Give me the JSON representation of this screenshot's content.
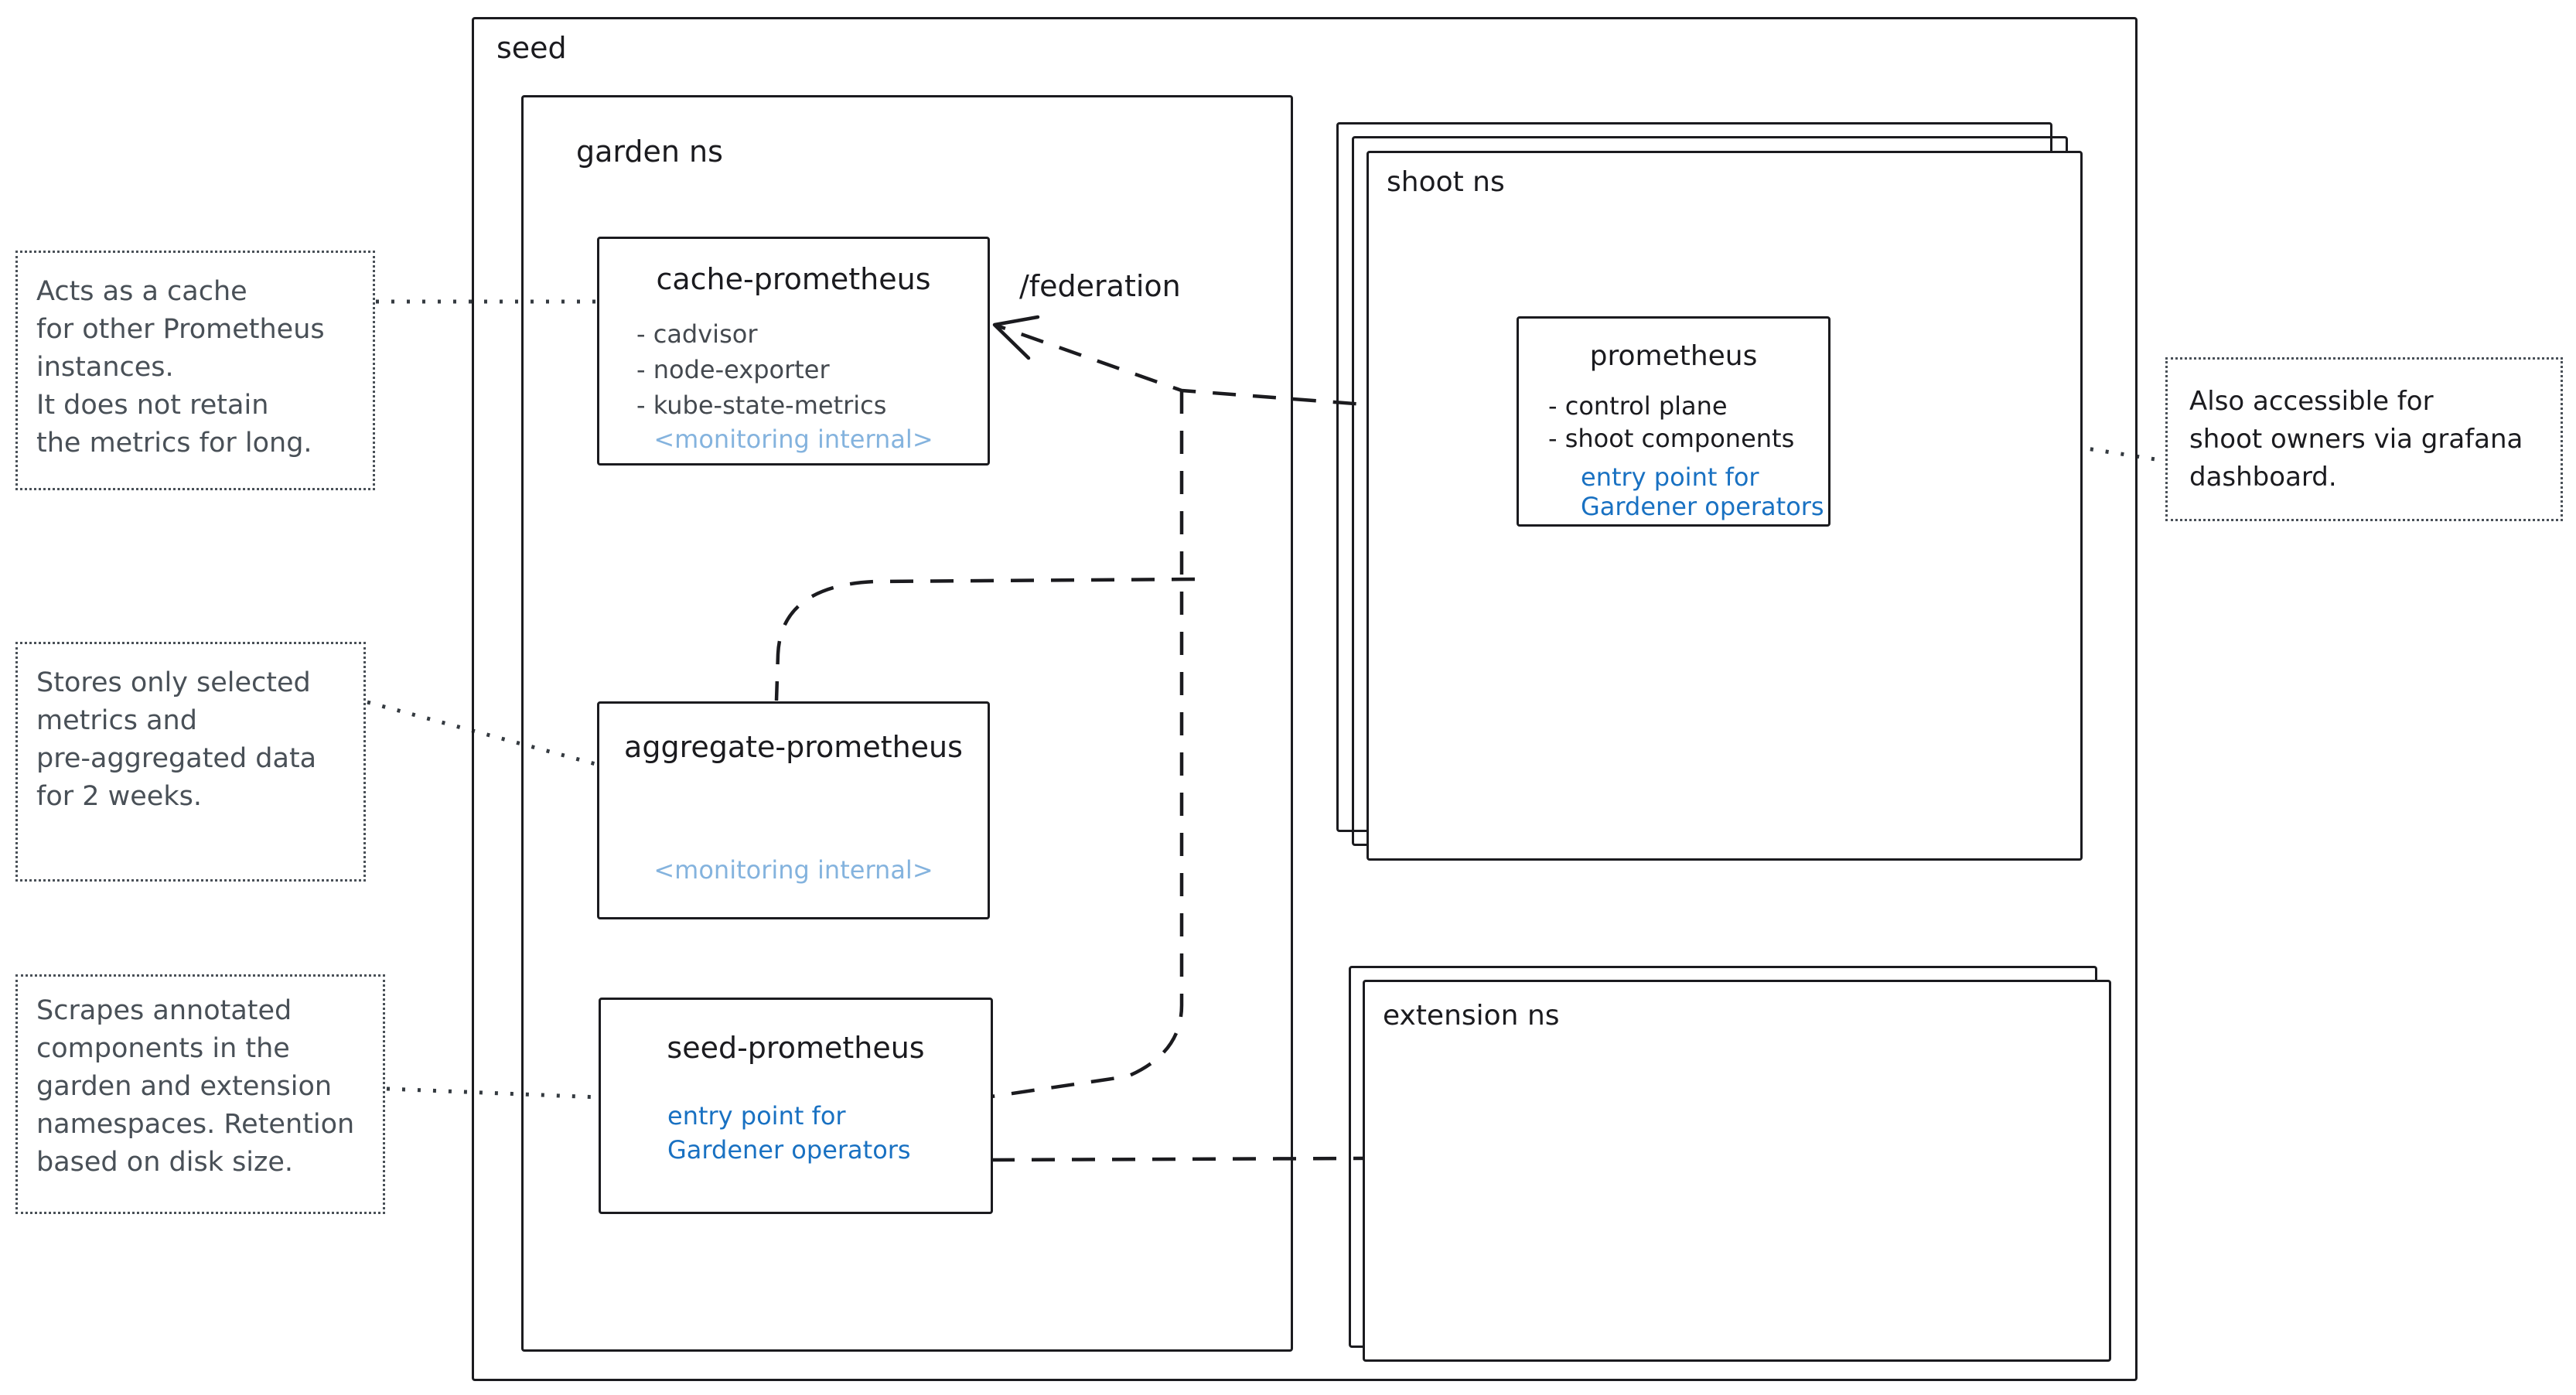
{
  "diagram": {
    "seed": {
      "label": "seed"
    },
    "garden_ns": {
      "label": "garden ns"
    },
    "shoot_ns": {
      "label": "shoot ns"
    },
    "extension_ns": {
      "label": "extension ns"
    },
    "federation_label": "/federation",
    "nodes": {
      "cache_prometheus": {
        "title": "cache-prometheus",
        "items": [
          "- cadvisor",
          "- node-exporter",
          "- kube-state-metrics"
        ],
        "tag": "<monitoring internal>"
      },
      "aggregate_prometheus": {
        "title": "aggregate-prometheus",
        "tag": "<monitoring internal>"
      },
      "seed_prometheus": {
        "title": "seed-prometheus",
        "entry_line1": "entry point for",
        "entry_line2": "Gardener operators"
      },
      "prometheus": {
        "title": "prometheus",
        "items": [
          "- control plane",
          "- shoot components"
        ],
        "entry_line1": "entry point for",
        "entry_line2": "Gardener operators"
      }
    },
    "notes": {
      "cache": {
        "lines": [
          "Acts as a cache",
          "for other Prometheus",
          "instances.",
          "It does not retain",
          "the metrics for long."
        ]
      },
      "aggregate": {
        "lines": [
          "Stores only selected",
          "metrics and",
          "pre-aggregated data",
          "for 2 weeks."
        ]
      },
      "seed": {
        "lines": [
          "Scrapes annotated",
          "components in the",
          "garden and extension",
          "namespaces. Retention",
          "based on disk size."
        ]
      },
      "shoot": {
        "lines": [
          "Also accessible for",
          "shoot owners via grafana",
          "dashboard."
        ]
      }
    },
    "colors": {
      "ink": "#1b1b1f",
      "gray_text": "#495057",
      "blue_text": "#1971c2",
      "light_blue_text": "#84b3de"
    }
  }
}
